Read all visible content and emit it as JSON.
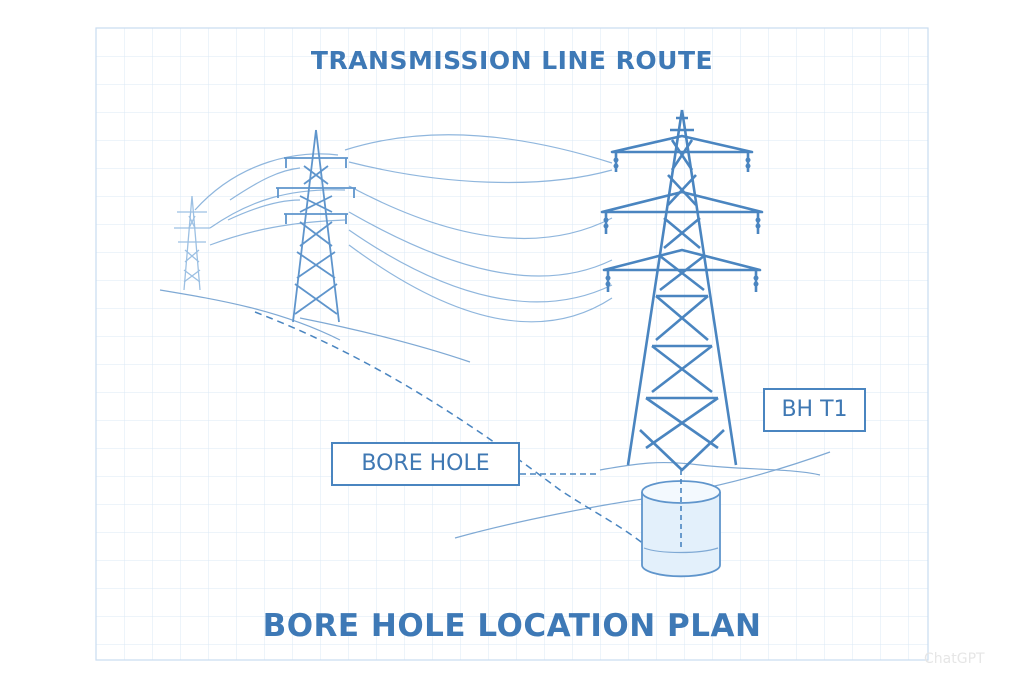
{
  "title": "TRANSMISSION LINE ROUTE",
  "footer_title": "BORE HOLE LOCATION PLAN",
  "callouts": {
    "bore_hole": "BORE HOLE",
    "borehole_id": "BH T1"
  },
  "watermark": "ChatGPT",
  "colors": {
    "ink": "#3e79b6",
    "grid": "#dbe8f5",
    "faint": "#a9c7e6",
    "cylinder": "#e3f0fb"
  }
}
